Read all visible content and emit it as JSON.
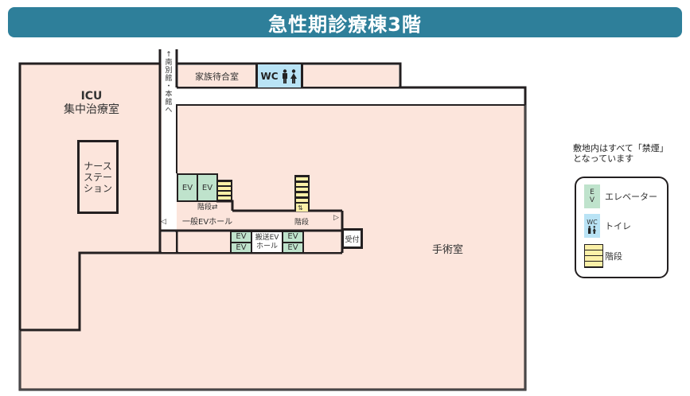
{
  "title": "急性期診療棟3階",
  "colors": {
    "title_bar": "#2e7f9a",
    "room_fill": "#fce5dc",
    "wall": "#231f20",
    "elevator": "#bfe3cc",
    "toilet": "#b9e3f5",
    "stairs": "#fbf0a8"
  },
  "rooms": {
    "icu": {
      "line1": "ICU",
      "line2": "集中治療室"
    },
    "nurse_station": {
      "line1": "ナース",
      "line2": "ステー",
      "line3": "ション"
    },
    "family_waiting": "家族待合室",
    "wc": "WC",
    "surgery": "手術室",
    "reception": "受付",
    "transport_ev_hall": {
      "line1": "搬送EV",
      "line2": "ホール"
    }
  },
  "corridor": {
    "to_other_buildings": [
      "↑",
      "南",
      "別",
      "館",
      "・",
      "本",
      "館",
      "へ"
    ],
    "general_ev_hall": "一般EVホール",
    "stairs_left": "階段⇄",
    "stairs_center_arrow": "⇅",
    "stairs_center": "階段",
    "arrow_left": "◁",
    "arrow_right": "▷"
  },
  "elevators": {
    "label": "EV"
  },
  "notice": {
    "line1": "敷地内はすべて「禁煙」",
    "line2": "となっています"
  },
  "legend": {
    "items": [
      {
        "icon": "E\nV",
        "label": "エレベーター"
      },
      {
        "icon": "WC",
        "label": "トイレ"
      },
      {
        "icon": "stairs",
        "label": "階段"
      }
    ]
  }
}
